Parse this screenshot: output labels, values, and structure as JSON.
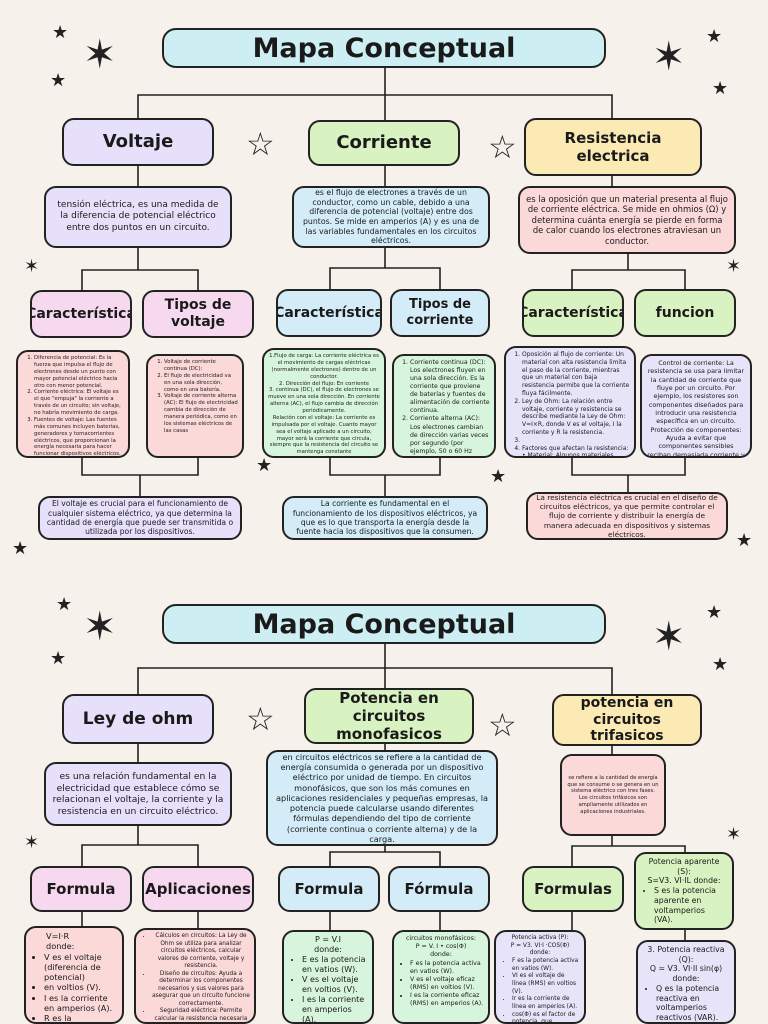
{
  "map1": {
    "title": "Mapa Conceptual",
    "voltaje": {
      "heading": "Voltaje",
      "definition": "tensión eléctrica, es una medida de la diferencia de potencial eléctrico entre dos puntos en un circuito.",
      "caracteristica_heading": "Característica",
      "caracteristicas": [
        "Diferencia de potencial: Es la fuerza que impulsa el flujo de electrones desde un punto con mayor potencial eléctrico hacia otro con menor potencial.",
        "Corriente eléctrica: El voltaje es el que \"empuja\" la corriente a través de un circuito; sin voltaje, no habría movimiento de carga.",
        "Fuentes de voltaje: Las fuentes más comunes incluyen baterías, generadores y tomacorrientes eléctricos, que proporcionan la energía necesaria para hacer funcionar dispositivos eléctricos."
      ],
      "tipos_heading": "Tipos de voltaje",
      "tipos": [
        "Voltaje de corriente continua (DC):",
        "El flujo de electricidad va en una sola dirección, como en una batería.",
        "Voltaje de corriente alterna (AC): El flujo de electricidad cambia de dirección de manera periódica, como en los sistemas eléctricos de las casas"
      ],
      "conclusion": "El voltaje es crucial para el funcionamiento de cualquier sistema eléctrico, ya que determina la cantidad de energía que puede ser transmitida o utilizada por los dispositivos."
    },
    "corriente": {
      "heading": "Corriente",
      "definition": "es el flujo de electrones a través de un conductor, como un cable, debido a una diferencia de potencial (voltaje) entre dos puntos. Se mide en amperios (A) y es una de las variables fundamentales en los circuitos eléctricos.",
      "caracteristica_heading": "Característica",
      "caracteristicas": [
        "1.Flujo de carga: La corriente eléctrica es el movimiento de cargas eléctricas (normalmente electrones) dentro de un conductor.",
        "2.     Dirección del flujo: En corriente",
        "3. continua (DC), el flujo de electrones se mueve en una sola dirección. En corriente alterna (AC), el flujo cambia de dirección periódicamente.",
        "Relación con el voltaje: La corriente es impulsada por el voltaje. Cuanto mayor sea el voltaje aplicado a un circuito, mayor será la corriente que circula, siempre que la resistencia del circuito se mantenga constante"
      ],
      "tipos_heading": "Tipos de corriente",
      "tipos": [
        "Corriente continua (DC): Los electrones fluyen en una sola dirección. Es la corriente que proviene de baterías y fuentes de alimentación de corriente continua.",
        "Corriente alterna (AC): Los electrones cambian de dirección varias veces por segundo (por ejemplo, 50 o 60 Hz según el país)."
      ],
      "conclusion": "La corriente es fundamental en el funcionamiento de los dispositivos eléctricos, ya que es lo que transporta la energía desde la fuente hacia los dispositivos que la consumen."
    },
    "resistencia": {
      "heading": "Resistencia electrica",
      "definition": "es la oposición que un material presenta al flujo de corriente eléctrica. Se mide en ohmios (Ω) y determina cuánta energía se pierde en forma de calor cuando los electrones atraviesan un conductor.",
      "caracteristica_heading": "Característica",
      "caracteristicas": [
        "Oposición al flujo de corriente: Un material con alta resistencia limita el paso de la corriente, mientras que un material con baja resistencia permite que la corriente fluya fácilmente.",
        "Ley de Ohm: La relación entre voltaje, corriente y resistencia se describe mediante la Ley de Ohm: V=I×R, donde V es el voltaje, I la corriente y R la resistencia.",
        "",
        "Factores que afectan la resistencia: • Material: Algunos materiales, como los metales, tienen baja resistencia (buenos conductores)."
      ],
      "funcion_heading": "funcion",
      "funcion": "Control de corriente: La resistencia se usa para limitar la cantidad de corriente que fluye por un circuito. Por ejemplo, los resistores son componentes diseñados para introducir una resistencia específica en un circuito. Protección de componentes: Ayuda a evitar que componentes sensibles reciban demasiada corriente y se dañen.",
      "conclusion": "La resistencia eléctrica es crucial en el diseño de circuitos eléctricos, ya que permite controlar el flujo de corriente y distribuir la energía de manera adecuada en dispositivos y sistemas eléctricos."
    }
  },
  "map2": {
    "title": "Mapa Conceptual",
    "ohm": {
      "heading": "Ley de ohm",
      "definition": "es una relación fundamental en la electricidad que establece cómo se relacionan el voltaje, la corriente y la resistencia en un circuito eléctrico.",
      "formula_heading": "Formula",
      "formula_lines": [
        "V=I·R",
        "donde:"
      ],
      "formula_items": [
        "V es el voltaje (diferencia de potencial)",
        "en voltios (V).",
        "I es la corriente en amperios (A).",
        "R es la resistencia en ohmios (Ω)."
      ],
      "aplicaciones_heading": "Aplicaciones",
      "aplicaciones": [
        "Cálculos en circuitos: La Ley de Ohm se utiliza para analizar circuitos eléctricos, calcular valores de corriente, voltaje y resistencia.",
        "Diseño de circuitos: Ayuda a determinar los componentes necesarios y sus valores para asegurar que un circuito funcione correctamente.",
        "Seguridad eléctrica: Permite calcular la resistencia necesaria para prevenir sobrecargas y proteger dispositivos y personas."
      ]
    },
    "mono": {
      "heading": "Potencia en circuitos monofasicos",
      "definition": "en circuitos eléctricos se refiere a la cantidad de energía consumida o generada por un dispositivo eléctrico por unidad de tiempo. En circuitos monofásicos, que son los más comunes en aplicaciones residenciales y pequeñas empresas, la potencia puede calcularse usando diferentes fórmulas dependiendo del tipo de corriente (corriente continua o corriente alterna) y de la carga.",
      "formula_heading": "Formula",
      "formula_lines": [
        "P = V.I",
        "donde:"
      ],
      "formula_items": [
        "E es la potencia en vatios (W).",
        "V es el voltaje en voltios (V).",
        "I es la corriente en amperios (A)."
      ],
      "formula2_heading": "Fórmula",
      "formula2_lines": [
        "circuitos monofásicos:",
        "P = V. I • cos(Φ)",
        "donde:"
      ],
      "formula2_items": [
        "F es la potencia activa en vatios (W).",
        "V es el voltaje eficaz (RMS) en voltios (V).",
        "I es la corriente eficaz (RMS) en amperios (A)."
      ]
    },
    "tri": {
      "heading": "potencia en circuitos trifasicos",
      "definition": "se refiere a la cantidad de energía que se consume o se genera en un sistema eléctrico con tres fases. Los circuitos trifásicos son ampliamente utilizados en aplicaciones industriales.",
      "formulas_heading": "Formulas",
      "formulas_lines": [
        "Potencia activa (P):",
        "P = V3. VI·I ·COS(Φ) donde:"
      ],
      "formulas_items": [
        "F es la potencia activa en vatios (W).",
        "VI es el voltaje de línea (RMS) en voltios (V).",
        "Ir es la corriente de línea en amperios (A).",
        "cos(Φ) es el factor de potencia, que representa el desfase entre la corriente y el voltaje."
      ],
      "aparente_lines": [
        "Potencia aparente (S):",
        "S=V3. VI·IL donde:"
      ],
      "aparente_items": [
        "S es la potencia aparente en voltamperios (VA)."
      ],
      "reactiva_lines": [
        "3. Potencia reactiva (Q):",
        "Q = V3. VI·Il sin(φ) donde:"
      ],
      "reactiva_items": [
        "Q es la potencia reactiva en voltamperios reactivos (VAR)."
      ]
    }
  }
}
